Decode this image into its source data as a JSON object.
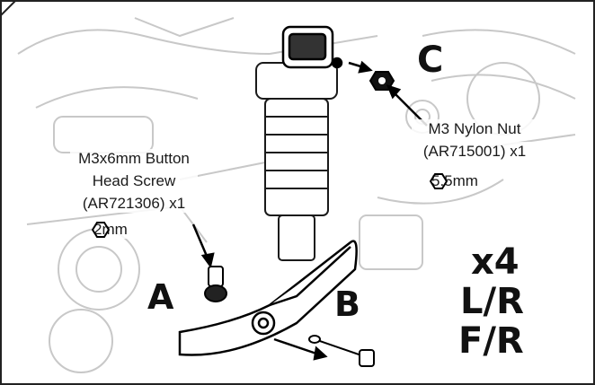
{
  "callouts": {
    "screw": {
      "line1": "M3x6mm Button",
      "line2": "Head Screw",
      "line3": "(AR721306) x1",
      "tool": "2mm"
    },
    "nut": {
      "line1": "M3 Nylon Nut",
      "line2": "(AR715001) x1",
      "tool": "5.5mm"
    }
  },
  "step_letters": {
    "a": "A",
    "b": "B",
    "c": "C"
  },
  "quantity": {
    "count": "x4",
    "side": "L/R",
    "position": "F/R"
  },
  "colors": {
    "line": "#1a1a1a",
    "sketch": "#c8c8c8",
    "background": "#ffffff"
  }
}
